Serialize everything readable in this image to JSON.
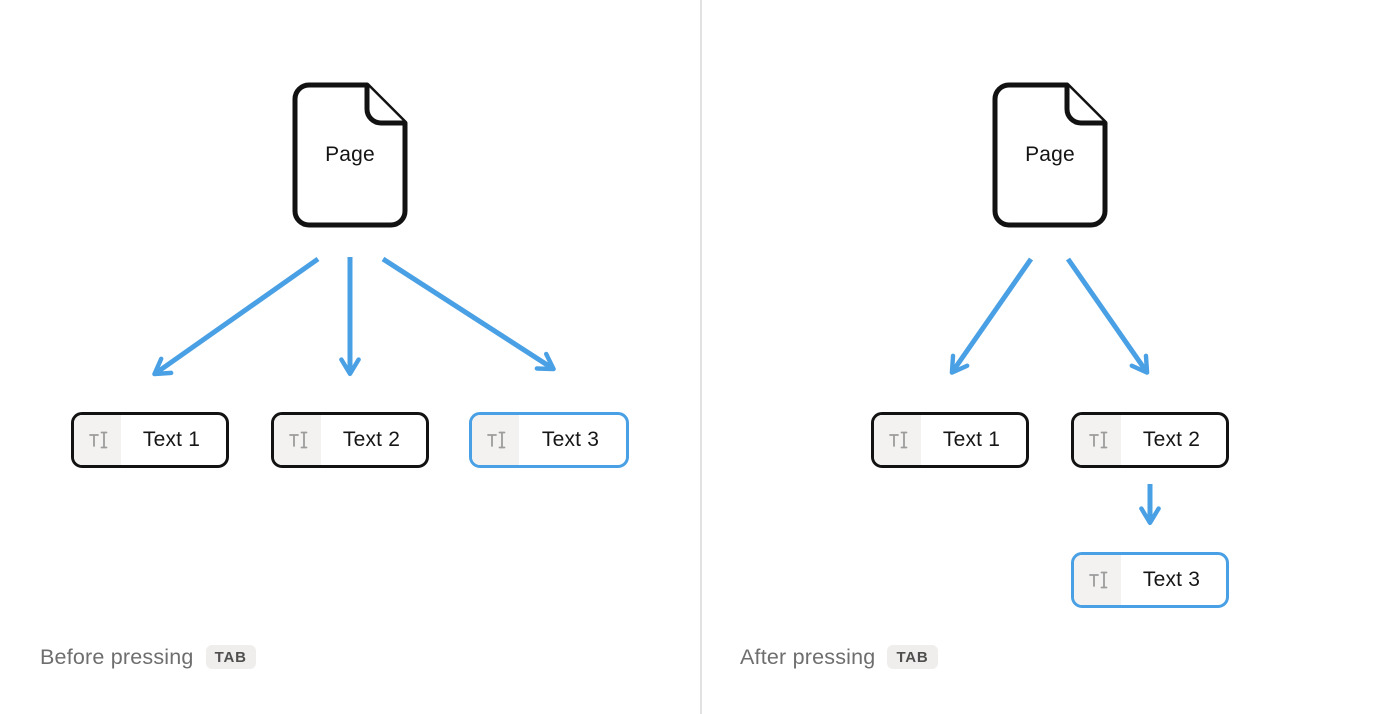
{
  "colors": {
    "accent_blue": "#4aa0e4",
    "block_border": "#121212",
    "icon_gray": "#9c9c9c",
    "icon_bg": "#f3f2f1",
    "caption_gray": "#6e6e6e",
    "pill_bg": "#efeeed",
    "pill_text": "#4f4f4f",
    "divider": "#e2e2e2",
    "page_text": "#141414"
  },
  "panels": [
    {
      "id": "before",
      "page_label": "Page",
      "caption": "Before pressing",
      "key_label": "TAB",
      "blocks": [
        {
          "label": "Text 1",
          "selected": false
        },
        {
          "label": "Text 2",
          "selected": false
        },
        {
          "label": "Text 3",
          "selected": true
        }
      ]
    },
    {
      "id": "after",
      "page_label": "Page",
      "caption": "After pressing",
      "key_label": "TAB",
      "blocks": [
        {
          "label": "Text 1",
          "selected": false
        },
        {
          "label": "Text 2",
          "selected": false
        },
        {
          "label": "Text 3",
          "selected": true
        }
      ]
    }
  ]
}
